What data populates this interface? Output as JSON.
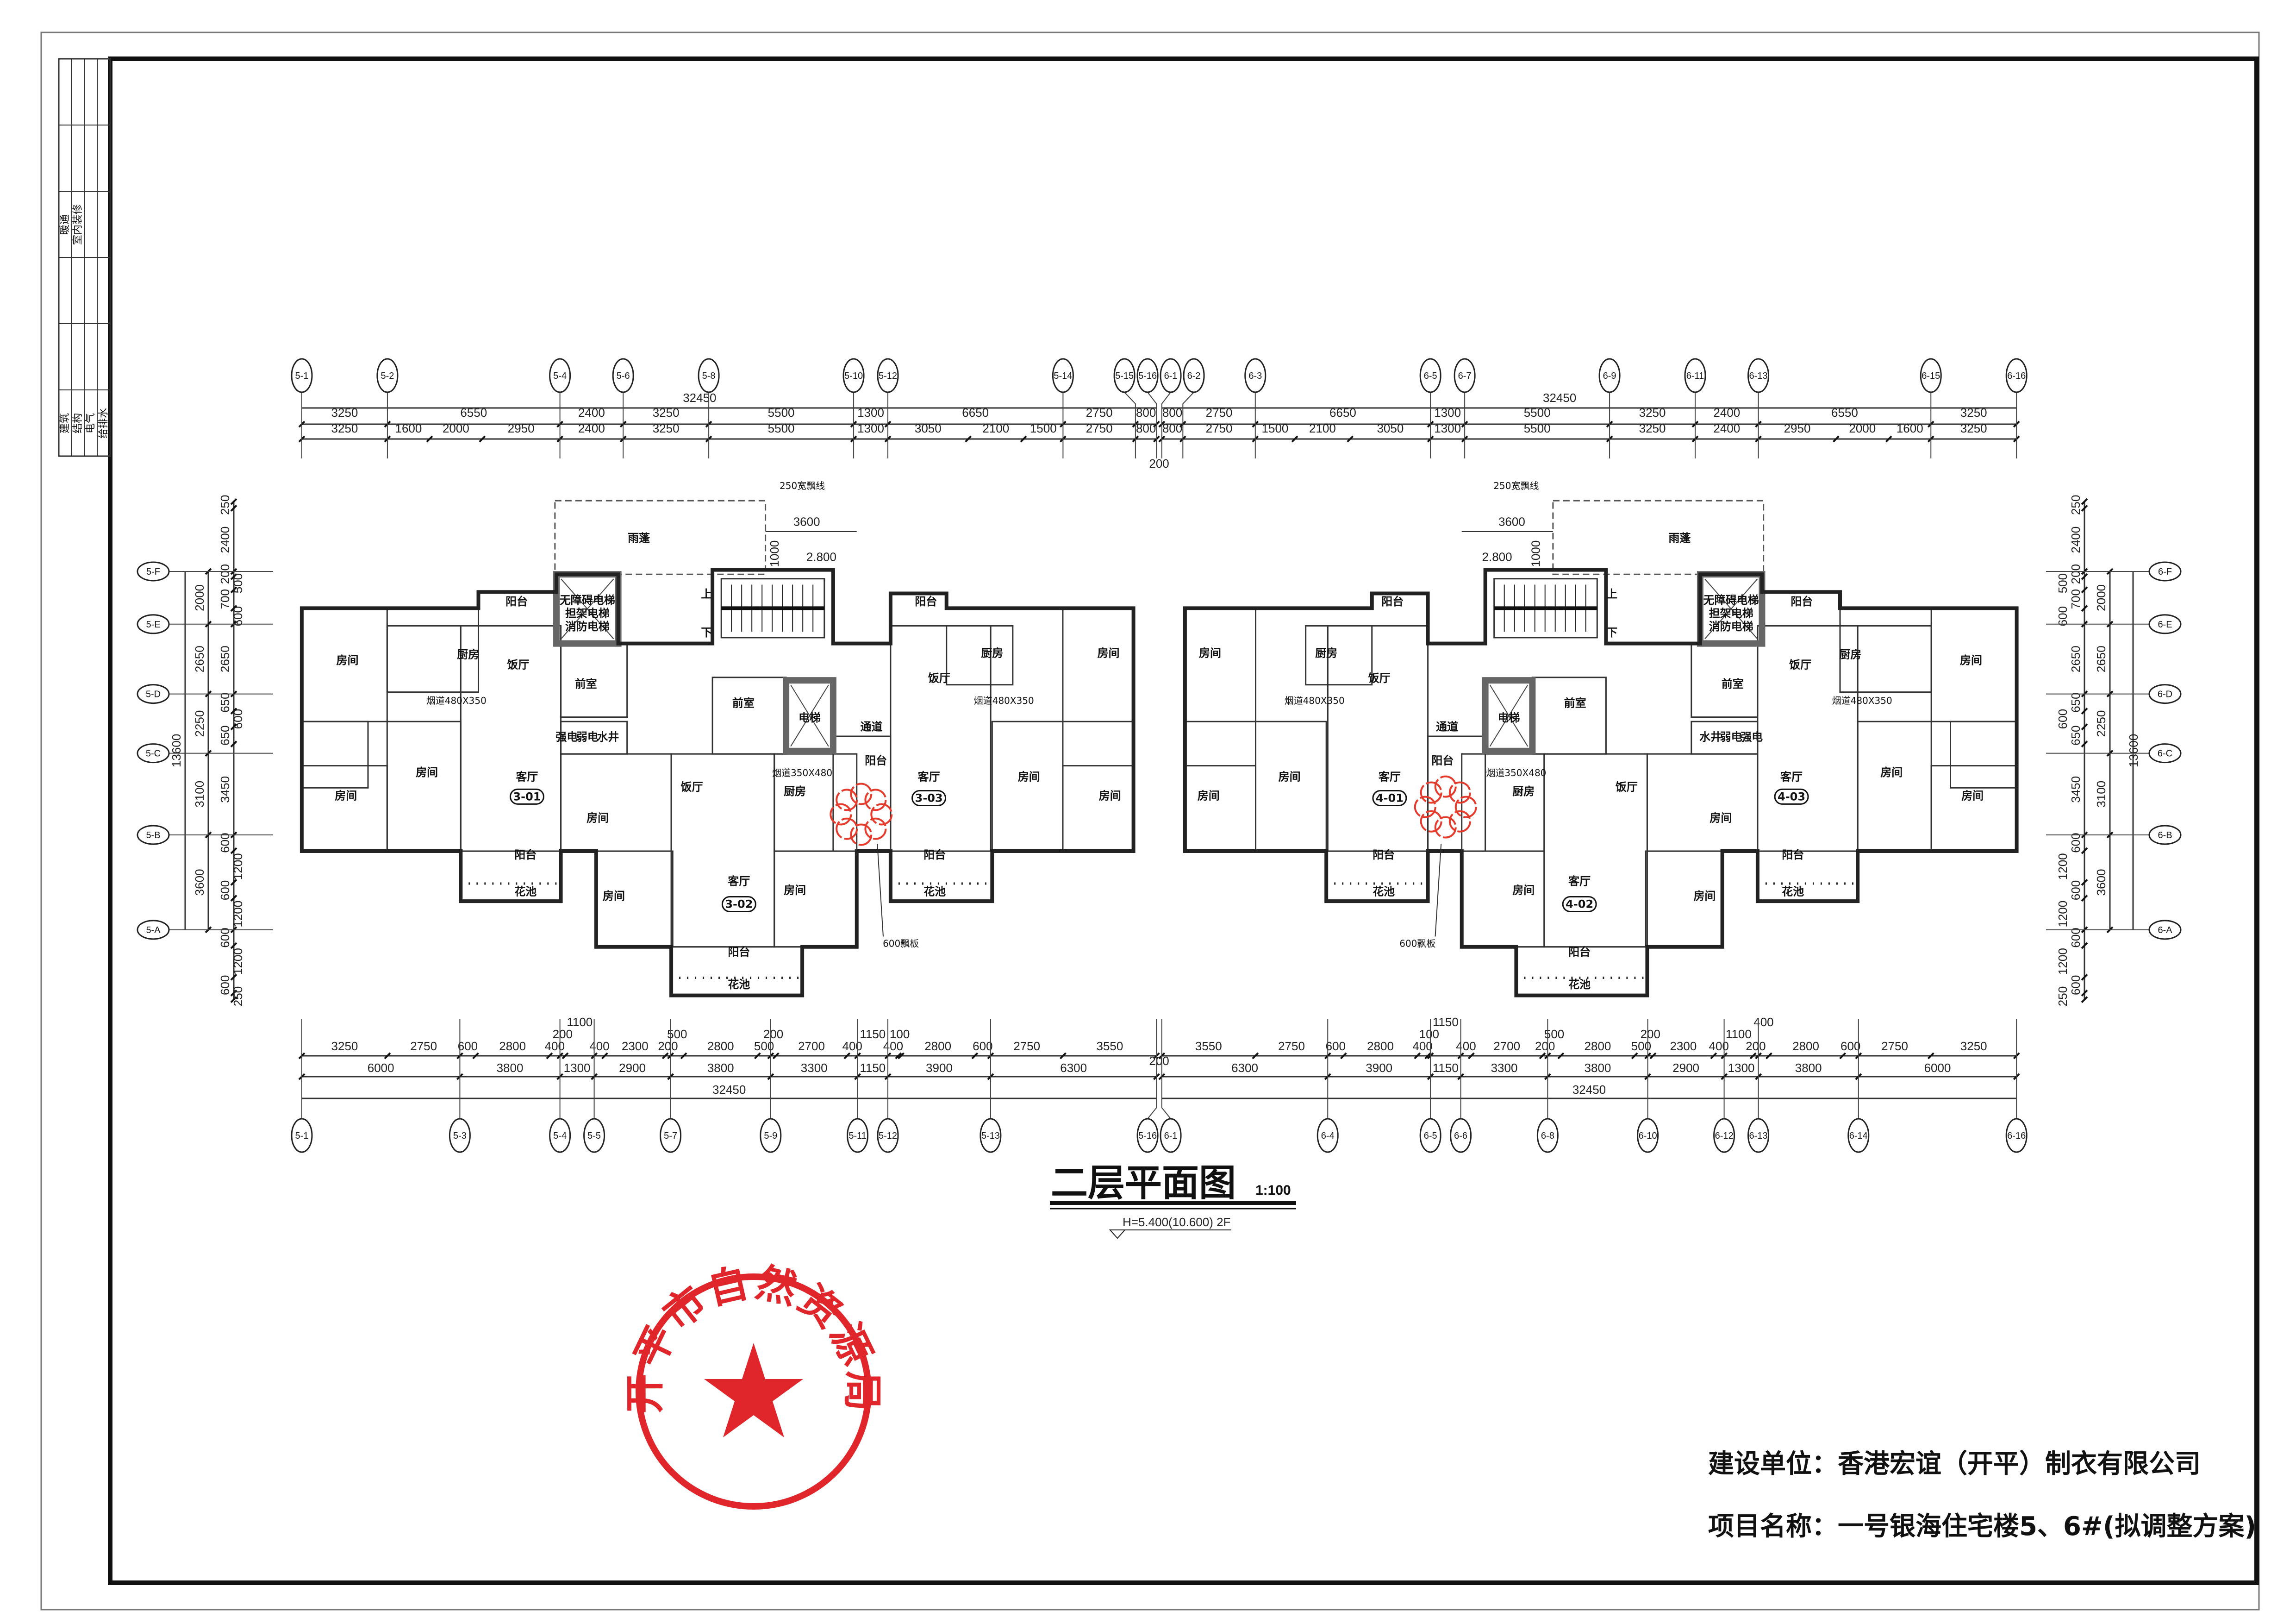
{
  "title_block": {
    "disciplines": [
      "建筑",
      "结构",
      "电气",
      "给排水",
      "暖通",
      "室内装修"
    ]
  },
  "drawing": {
    "title": "二层平面图",
    "scale": "1:100",
    "elevation": "H=5.400(10.600) 2F"
  },
  "owner": {
    "label": "建设单位：",
    "value": "香港宏谊（开平）制衣有限公司"
  },
  "project": {
    "label": "项目名称：",
    "value": "一号银海住宅楼5、6#(拟调整方案)"
  },
  "stamp": {
    "text": "开平市自然资源局",
    "color": "#e0262b"
  },
  "rooms": {
    "room": "房间",
    "kitchen": "厨房",
    "dining": "饭厅",
    "living": "客厅",
    "balcony": "阳台",
    "planter": "花池",
    "lobby": "前室",
    "elevator": "电梯",
    "corridor": "通道",
    "canopy": "雨蓬",
    "shaft_strong": "强电",
    "shaft_weak": "弱电",
    "shaft_water": "水井",
    "stair_up": "上",
    "stair_down": "下",
    "fire_elevator": [
      "无障碍电梯",
      "担架电梯",
      "消防电梯"
    ]
  },
  "units": {
    "left": [
      "3-01",
      "3-02",
      "3-03"
    ],
    "right": [
      "4-03",
      "4-02",
      "4-01"
    ]
  },
  "notes": {
    "flue_a": "烟道480X350",
    "flue_b": "烟道350X480",
    "eave_line": "250宽飘线",
    "canopy_width": "3600",
    "stair_level": "2.800",
    "stair_dim": "1000",
    "slab": "600飘板",
    "gap": "200"
  },
  "axes": {
    "top": [
      "5-1",
      "5-2",
      "5-4",
      "5-6",
      "5-8",
      "5-10",
      "5-12",
      "5-14",
      "5-15",
      "5-16",
      "6-1",
      "6-2",
      "6-3",
      "6-5",
      "6-7",
      "6-9",
      "6-11",
      "6-13",
      "6-15",
      "6-16"
    ],
    "bottom": [
      "5-1",
      "5-3",
      "5-4",
      "5-5",
      "5-7",
      "5-9",
      "5-11",
      "5-12",
      "5-13",
      "5-16",
      "6-1",
      "6-4",
      "6-5",
      "6-6",
      "6-8",
      "6-10",
      "6-12",
      "6-13",
      "6-14",
      "6-16"
    ],
    "left": [
      "5-F",
      "5-E",
      "5-D",
      "5-C",
      "5-B",
      "5-A"
    ],
    "right": [
      "6-F",
      "6-E",
      "6-D",
      "6-C",
      "6-B",
      "6-A"
    ]
  },
  "dimensions": {
    "total": "32450",
    "top_row1_left": [
      3250,
      6550,
      2400,
      3250,
      5500,
      1300,
      6650,
      2750,
      800
    ],
    "top_row1_right": [
      800,
      2750,
      6650,
      1300,
      5500,
      3250,
      2400,
      6550,
      3250
    ],
    "top_row2_left": [
      3250,
      1600,
      2000,
      2950,
      2400,
      3250,
      5500,
      1300,
      3050,
      2100,
      1500,
      2750,
      800
    ],
    "top_row2_right": [
      800,
      2750,
      1500,
      2100,
      3050,
      1300,
      5500,
      3250,
      2400,
      2950,
      2000,
      1600,
      3250
    ],
    "bottom_row1_left": [
      3250,
      2750,
      600,
      2800,
      400,
      200,
      1100,
      400,
      2300,
      200,
      500,
      2800,
      500,
      200,
      2700,
      400,
      1150,
      400,
      100,
      2800,
      600,
      2750,
      3550
    ],
    "bottom_row1_right": [
      3550,
      2750,
      600,
      2800,
      400,
      100,
      1150,
      400,
      2700,
      200,
      500,
      2800,
      500,
      200,
      2300,
      400,
      1100,
      200,
      400,
      2800,
      600,
      2750,
      3250
    ],
    "bottom_row2_left": [
      6000,
      3800,
      1300,
      2900,
      3800,
      3300,
      1150,
      3900,
      6300
    ],
    "bottom_row2_right": [
      6300,
      3900,
      1150,
      3300,
      3800,
      2900,
      1300,
      3800,
      6000
    ],
    "vertical_total": "13600",
    "vertical_col1": [
      2000,
      2650,
      2250,
      3100,
      3600
    ],
    "vertical_col2": [
      250,
      2400,
      200,
      500,
      700,
      600,
      2650,
      650,
      600,
      650,
      3450,
      600,
      1200,
      600,
      1200,
      600,
      1200,
      600,
      250
    ]
  }
}
